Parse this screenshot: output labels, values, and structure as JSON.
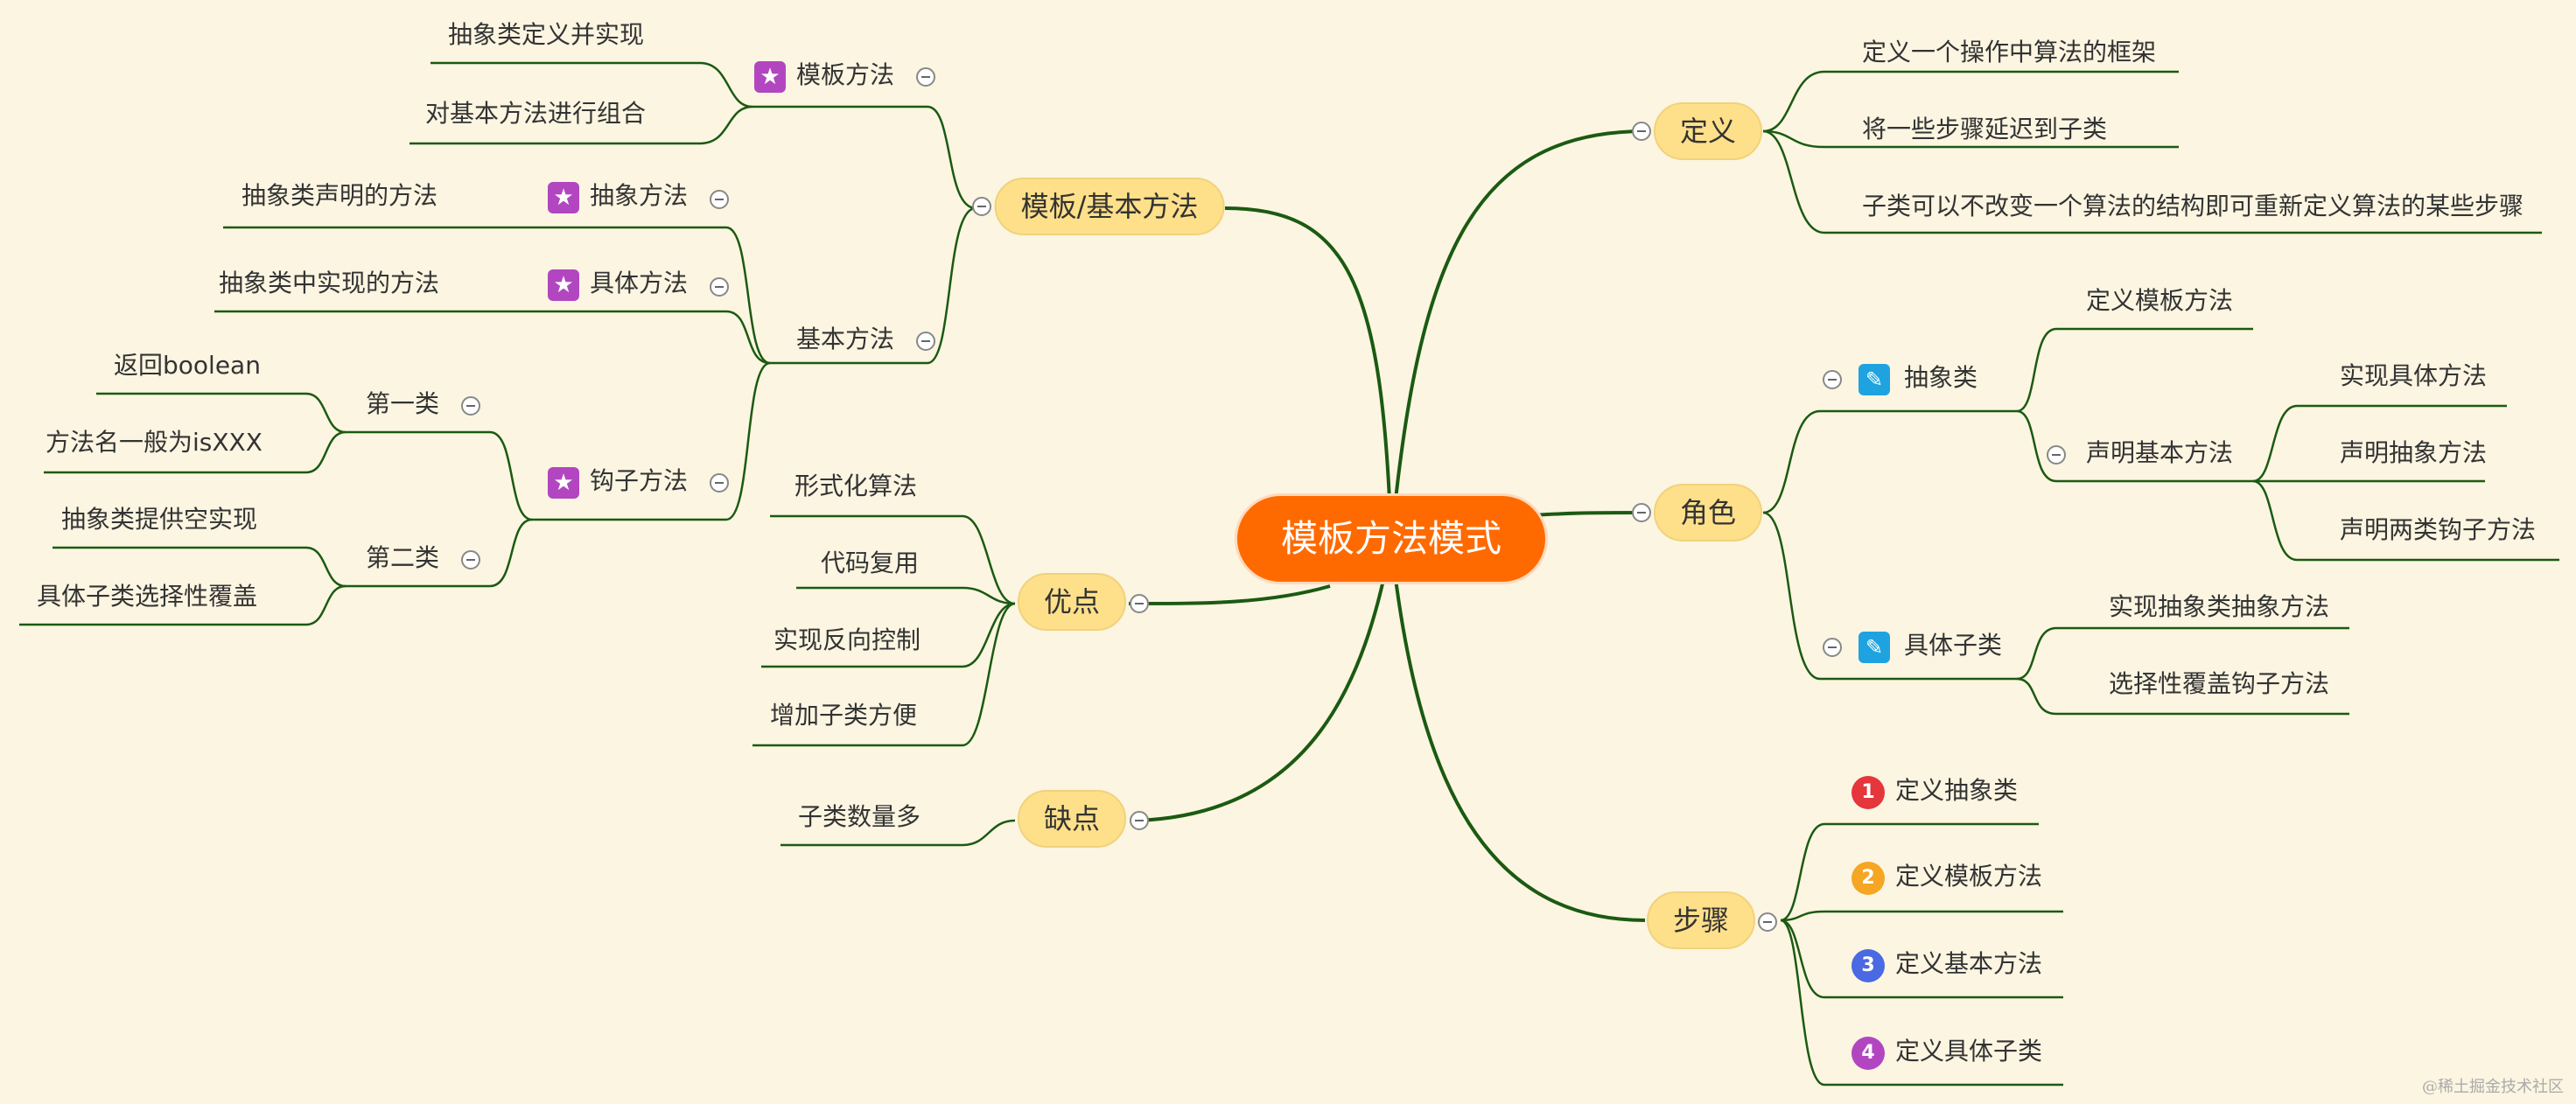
{
  "root": {
    "label": "模板方法模式"
  },
  "colors": {
    "root": "#ff6a00",
    "pill": "#ffe08a",
    "line": "#1b5a12",
    "star": "#b246c0",
    "edit": "#1fa3e0",
    "step1": "#e5363b",
    "step2": "#f5a623",
    "step3": "#4a69e2",
    "step4": "#b246c0"
  },
  "definition": {
    "label": "定义",
    "items": [
      "定义一个操作中算法的框架",
      "将一些步骤延迟到子类",
      "子类可以不改变一个算法的结构即可重新定义算法的某些步骤"
    ]
  },
  "roles": {
    "label": "角色",
    "abstract_class": {
      "label": "抽象类",
      "icon": "edit-icon",
      "define_template": "定义模板方法",
      "declare_basic": {
        "label": "声明基本方法",
        "items": [
          "实现具体方法",
          "声明抽象方法",
          "声明两类钩子方法"
        ]
      }
    },
    "concrete_class": {
      "label": "具体子类",
      "icon": "edit-icon",
      "items": [
        "实现抽象类抽象方法",
        "选择性覆盖钩子方法"
      ]
    }
  },
  "steps": {
    "label": "步骤",
    "items": [
      {
        "num": "1",
        "label": "定义抽象类"
      },
      {
        "num": "2",
        "label": "定义模板方法"
      },
      {
        "num": "3",
        "label": "定义基本方法"
      },
      {
        "num": "4",
        "label": "定义具体子类"
      }
    ]
  },
  "template_basic": {
    "label": "模板/基本方法",
    "template_method": {
      "label": "模板方法",
      "icon": "star-icon",
      "items": [
        "抽象类定义并实现",
        "对基本方法进行组合"
      ]
    },
    "basic_method": {
      "label": "基本方法",
      "abstract_method": {
        "label": "抽象方法",
        "icon": "star-icon",
        "item": "抽象类声明的方法"
      },
      "concrete_method": {
        "label": "具体方法",
        "icon": "star-icon",
        "item": "抽象类中实现的方法"
      },
      "hook_method": {
        "label": "钩子方法",
        "icon": "star-icon",
        "type1": {
          "label": "第一类",
          "items": [
            "返回boolean",
            "方法名一般为isXXX"
          ]
        },
        "type2": {
          "label": "第二类",
          "items": [
            "抽象类提供空实现",
            "具体子类选择性覆盖"
          ]
        }
      }
    }
  },
  "advantages": {
    "label": "优点",
    "items": [
      "形式化算法",
      "代码复用",
      "实现反向控制",
      "增加子类方便"
    ]
  },
  "disadvantages": {
    "label": "缺点",
    "items": [
      "子类数量多"
    ]
  },
  "watermark": "@稀土掘金技术社区"
}
